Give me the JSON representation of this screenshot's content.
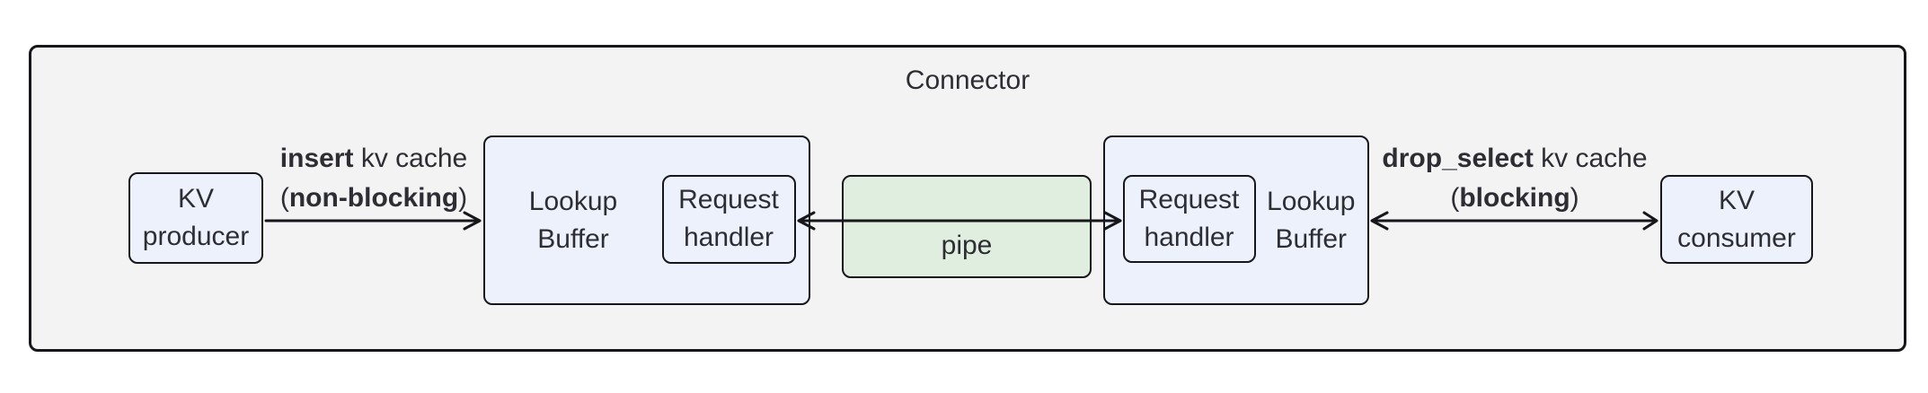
{
  "title": "Connector",
  "nodes": {
    "kv_producer": {
      "label": "KV producer"
    },
    "lookup_buffer_left": {
      "label": "Lookup Buffer"
    },
    "request_handler_left": {
      "label": "Request handler"
    },
    "pipe": {
      "label": "pipe"
    },
    "request_handler_right": {
      "label": "Request handler"
    },
    "lookup_buffer_right": {
      "label": "Lookup Buffer"
    },
    "kv_consumer": {
      "label": "KV consumer"
    }
  },
  "edges": {
    "insert": {
      "bold": "insert",
      "rest": " kv cache",
      "line2_prefix": "(",
      "line2_bold": "non-blocking",
      "line2_suffix": ")"
    },
    "drop_select": {
      "bold": "drop_select",
      "rest": " kv cache",
      "line2_prefix": "(",
      "line2_bold": "blocking",
      "line2_suffix": ")"
    }
  },
  "colors": {
    "outer_background": "#f3f3f4",
    "node_background": "#ecf1fb",
    "pipe_background": "#dfeede",
    "border": "#17171b",
    "text": "#2d2d34"
  }
}
